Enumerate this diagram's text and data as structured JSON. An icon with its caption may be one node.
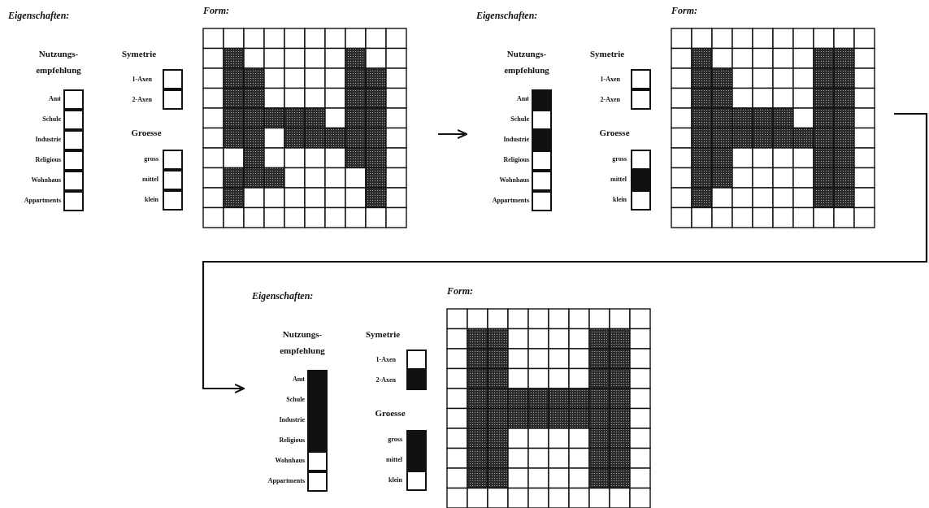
{
  "diagram": {
    "nodes": [
      {
        "text": [
          "Eigenschaften:",
          "Form:"
        ]
      },
      {
        "text": [
          "Eigenschaften:",
          "Form:"
        ]
      },
      {
        "text": [
          "Eigenschaften:",
          "Form:"
        ]
      }
    ],
    "edges": [
      {
        "from": 0,
        "to": 1,
        "arrow": "to"
      },
      {
        "from": 1,
        "to": 2,
        "arrow": "to"
      }
    ],
    "labels": [
      "Nutzungs- empfehlung",
      "Symetrie",
      "1-Axen",
      "2-Axen",
      "Groesse",
      "Amt",
      "Schule",
      "Industrie",
      "Religious",
      "Wohnhaus",
      "Appartments",
      "gross",
      "mittel",
      "klein",
      "Nutzungs- empfehlung",
      "Symetrie",
      "1-Axen",
      "2-Axen",
      "Groesse",
      "Amt",
      "Schule",
      "Industrie",
      "Religious",
      "Wohnhaus",
      "Appartments",
      "gross",
      "mittel",
      "klein",
      "Nutzungs- empfehlung",
      "Symetrie",
      "1-Axen",
      "2-Axen",
      "Groesse",
      "Amt",
      "Schule",
      "Industrie",
      "Religious",
      "Wohnhaus",
      "Appartments",
      "gross",
      "mittel",
      "klein"
    ]
  }
}
